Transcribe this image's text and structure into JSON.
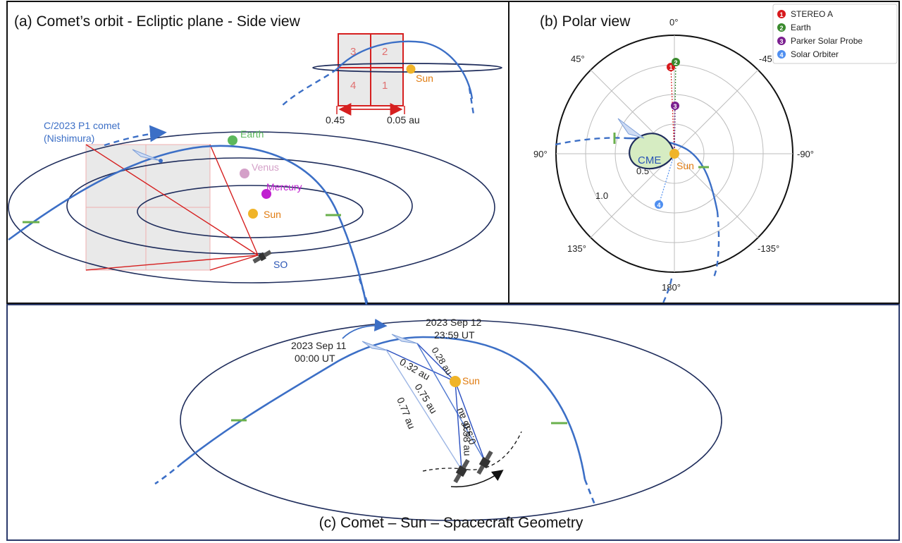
{
  "panel_a": {
    "title": "(a) Comet’s orbit - Ecliptic plane - Side view",
    "comet_name_1": "C/2023 P1 comet",
    "comet_name_2": "(Nishimura)",
    "planets": {
      "earth": "Earth",
      "venus": "Venus",
      "mercury": "Mercury",
      "sun": "Sun"
    },
    "spacecraft": "SO",
    "inset": {
      "quadrants": [
        "1",
        "2",
        "3",
        "4"
      ],
      "sun": "Sun",
      "dist_left": "0.45",
      "dist_right": "0.05 au"
    }
  },
  "panel_b": {
    "title": "(b) Polar view",
    "angles": {
      "a0": "0°",
      "a45": "45°",
      "am45": "-45°",
      "a90": "90°",
      "am90": "-90°",
      "a135": "135°",
      "am135": "-135°",
      "a180": "180°"
    },
    "radii": {
      "r05": "0.5",
      "r10": "1.0"
    },
    "cme": "CME",
    "sun": "Sun",
    "markers": [
      "1",
      "2",
      "3",
      "4"
    ],
    "legend": [
      {
        "num": "1",
        "label": "STEREO A",
        "color": "#d7191c"
      },
      {
        "num": "2",
        "label": "Earth",
        "color": "#3a8a2e"
      },
      {
        "num": "3",
        "label": "Parker Solar Probe",
        "color": "#7b1f8f"
      },
      {
        "num": "4",
        "label": "Solar Orbiter",
        "color": "#4f8ff0"
      }
    ]
  },
  "panel_c": {
    "title": "(c) Comet – Sun – Spacecraft Geometry",
    "date1_line1": "2023 Sep 11",
    "date1_line2": "00:00 UT",
    "date2_line1": "2023 Sep 12",
    "date2_line2": "23:59 UT",
    "sun": "Sun",
    "distances": {
      "d028": "0.28 au",
      "d032": "0.32 au",
      "d075": "0.75 au",
      "d077": "0.77 au",
      "d058": "0.58 au",
      "d0536": "0.536 au"
    }
  },
  "colors": {
    "orbit": "#1f2d5c",
    "comet": "#3c6fc6",
    "sun": "#f0b429",
    "earth": "#5cb85c",
    "venus": "#d4a0c8",
    "mercury": "#c020d0",
    "marker": "#6ab04c",
    "frame": "#111111",
    "bottom_frame": "#2b3a6b",
    "inset_red": "#d62020"
  }
}
